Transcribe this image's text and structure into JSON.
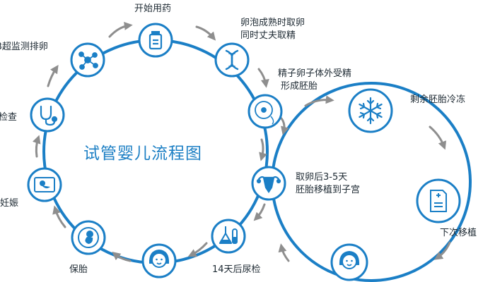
{
  "title": "试管婴儿流程图",
  "colors": {
    "ring": "#1b7fc6",
    "node_fill": "#ffffff",
    "icon": "#1b7fc6",
    "arrow": "#8e8e8e",
    "text": "#1e2a33"
  },
  "steps": [
    {
      "icon": "medicine-bottle-icon",
      "lines": [
        "开始用药"
      ]
    },
    {
      "icon": "dna-icon",
      "lines": [
        "卵泡成熟时取卵",
        "同时丈夫取精"
      ]
    },
    {
      "icon": "egg-cell-icon",
      "lines": [
        "精子卵子体外受精",
        "形成胚胎"
      ]
    },
    {
      "icon": "uterus-icon",
      "lines": [
        "取卵后3-5天",
        "胚胎移植到子宫"
      ]
    },
    {
      "icon": "test-tube-icon",
      "lines": [
        "14天后尿检"
      ]
    },
    {
      "icon": "woman-face-icon",
      "lines": []
    },
    {
      "icon": "fetus-icon",
      "lines": [
        "保胎"
      ]
    },
    {
      "icon": "ultrasound-fetus-icon",
      "lines": [
        "",
        "确定妊娠"
      ]
    },
    {
      "icon": "stethoscope-icon",
      "lines": [
        "检查"
      ]
    },
    {
      "icon": "molecule-icon",
      "lines": [
        "B超监测排卵"
      ]
    }
  ],
  "side_steps": [
    {
      "icon": "snowflake-icon",
      "lines": [
        "剩余胚胎冷冻"
      ]
    },
    {
      "icon": "medical-document-icon",
      "lines": [
        "下次移植"
      ]
    },
    {
      "icon": "woman-face-icon",
      "lines": []
    }
  ]
}
